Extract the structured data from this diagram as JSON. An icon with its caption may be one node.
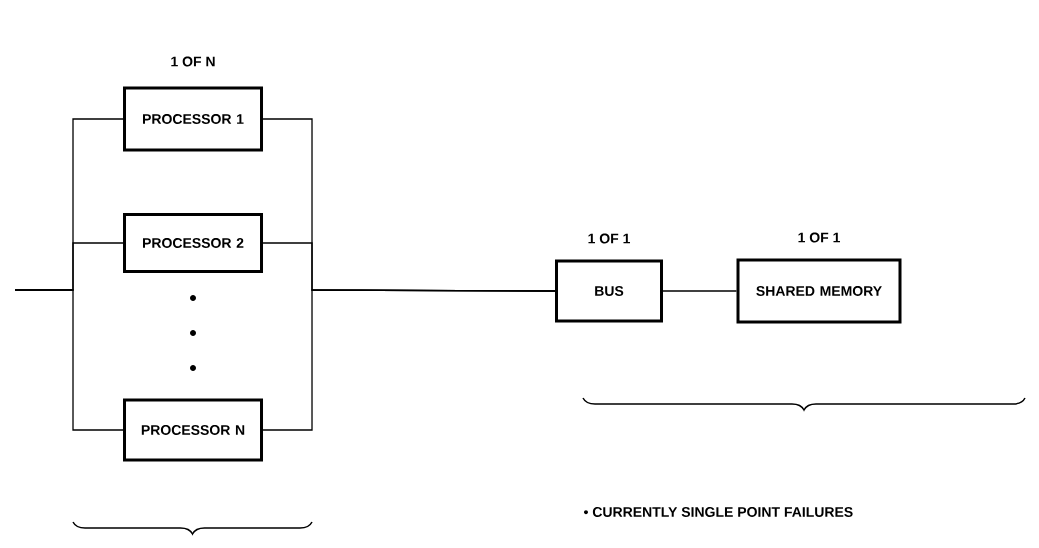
{
  "diagram": {
    "nodes": [
      {
        "text": [
          "PROCESSOR 1"
        ]
      },
      {
        "text": [
          "PROCESSOR 2"
        ]
      },
      {
        "text": [
          "PROCESSOR N"
        ]
      },
      {
        "text": [
          "BUS"
        ],
        "beside": [
          "1 OF 1"
        ]
      },
      {
        "text": [
          "SHARED MEMORY"
        ],
        "beside": [
          "1 OF 1"
        ]
      }
    ],
    "edges": [
      {
        "from": null,
        "to": 0,
        "arrow": "none"
      },
      {
        "from": null,
        "to": 1,
        "arrow": "none"
      },
      {
        "from": null,
        "to": 2,
        "arrow": "none"
      },
      {
        "from": 0,
        "to": 3,
        "arrow": "none"
      },
      {
        "from": 1,
        "to": 3,
        "arrow": "none"
      },
      {
        "from": 2,
        "to": 3,
        "arrow": "none"
      },
      {
        "from": 3,
        "to": 4,
        "arrow": "none"
      }
    ],
    "labels": [
      "1 OF N",
      "• CURRENTLY SINGLE POINT FAILURES"
    ]
  }
}
